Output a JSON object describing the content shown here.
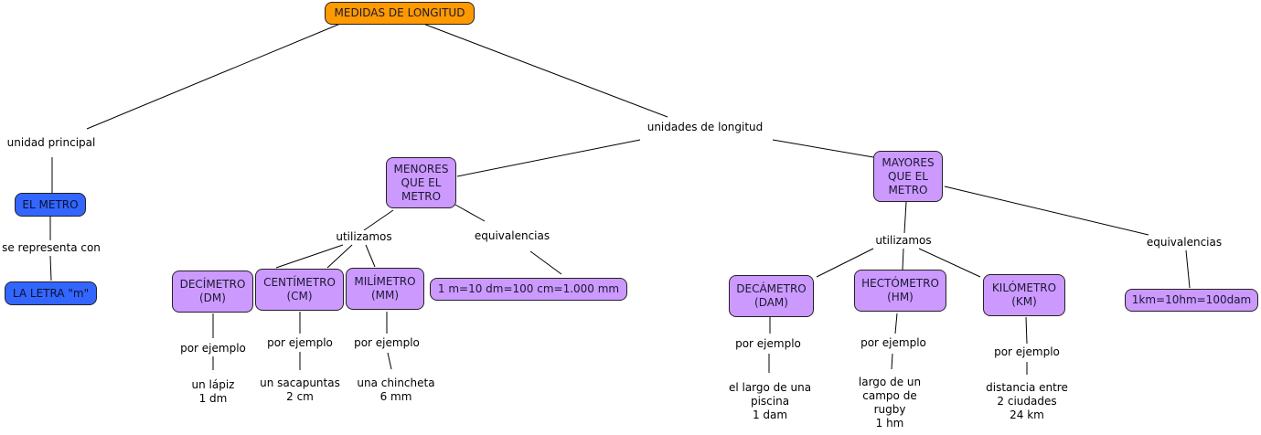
{
  "root": "MEDIDAS DE LONGITUD",
  "links": {
    "unidad_principal": "unidad principal",
    "unidades_de_longitud": "unidades de longitud",
    "se_representa_con": "se representa con",
    "utilizamos_menores": "utilizamos",
    "equivalencias_menores": "equivalencias",
    "utilizamos_mayores": "utilizamos",
    "equivalencias_mayores": "equivalencias",
    "por_ejemplo": "por ejemplo"
  },
  "nodes": {
    "el_metro": "EL METRO",
    "la_letra_m": "LA LETRA \"m\"",
    "menores": "MENORES\nQUE EL\nMETRO",
    "mayores": "MAYORES\nQUE EL\nMETRO",
    "decimetro": "DECÍMETRO\n(DM)",
    "centimetro": "CENTÍMETRO\n(CM)",
    "milimetro": "MILÍMETRO\n(MM)",
    "eq_menores": "1 m=10 dm=100 cm=1.000 mm",
    "decametro": "DECÁMETRO\n(DAM)",
    "hectometro": "HECTÓMETRO\n(HM)",
    "kilometro": "KILÓMETRO\n(KM)",
    "eq_mayores": "1km=10hm=100dam"
  },
  "examples": {
    "decimetro": "un lápiz\n1 dm",
    "centimetro": "un sacapuntas\n2 cm",
    "milimetro": "una chincheta\n6 mm",
    "decametro": "el largo de una\npiscina\n1 dam",
    "hectometro": "largo de un\ncampo de\nrugby\n1 hm",
    "kilometro": "distancia entre\n2 ciudades\n24 km"
  },
  "colors": {
    "root": "#ff9900",
    "primary_unit": "#3366ff",
    "unit_nodes": "#cc99ff"
  }
}
